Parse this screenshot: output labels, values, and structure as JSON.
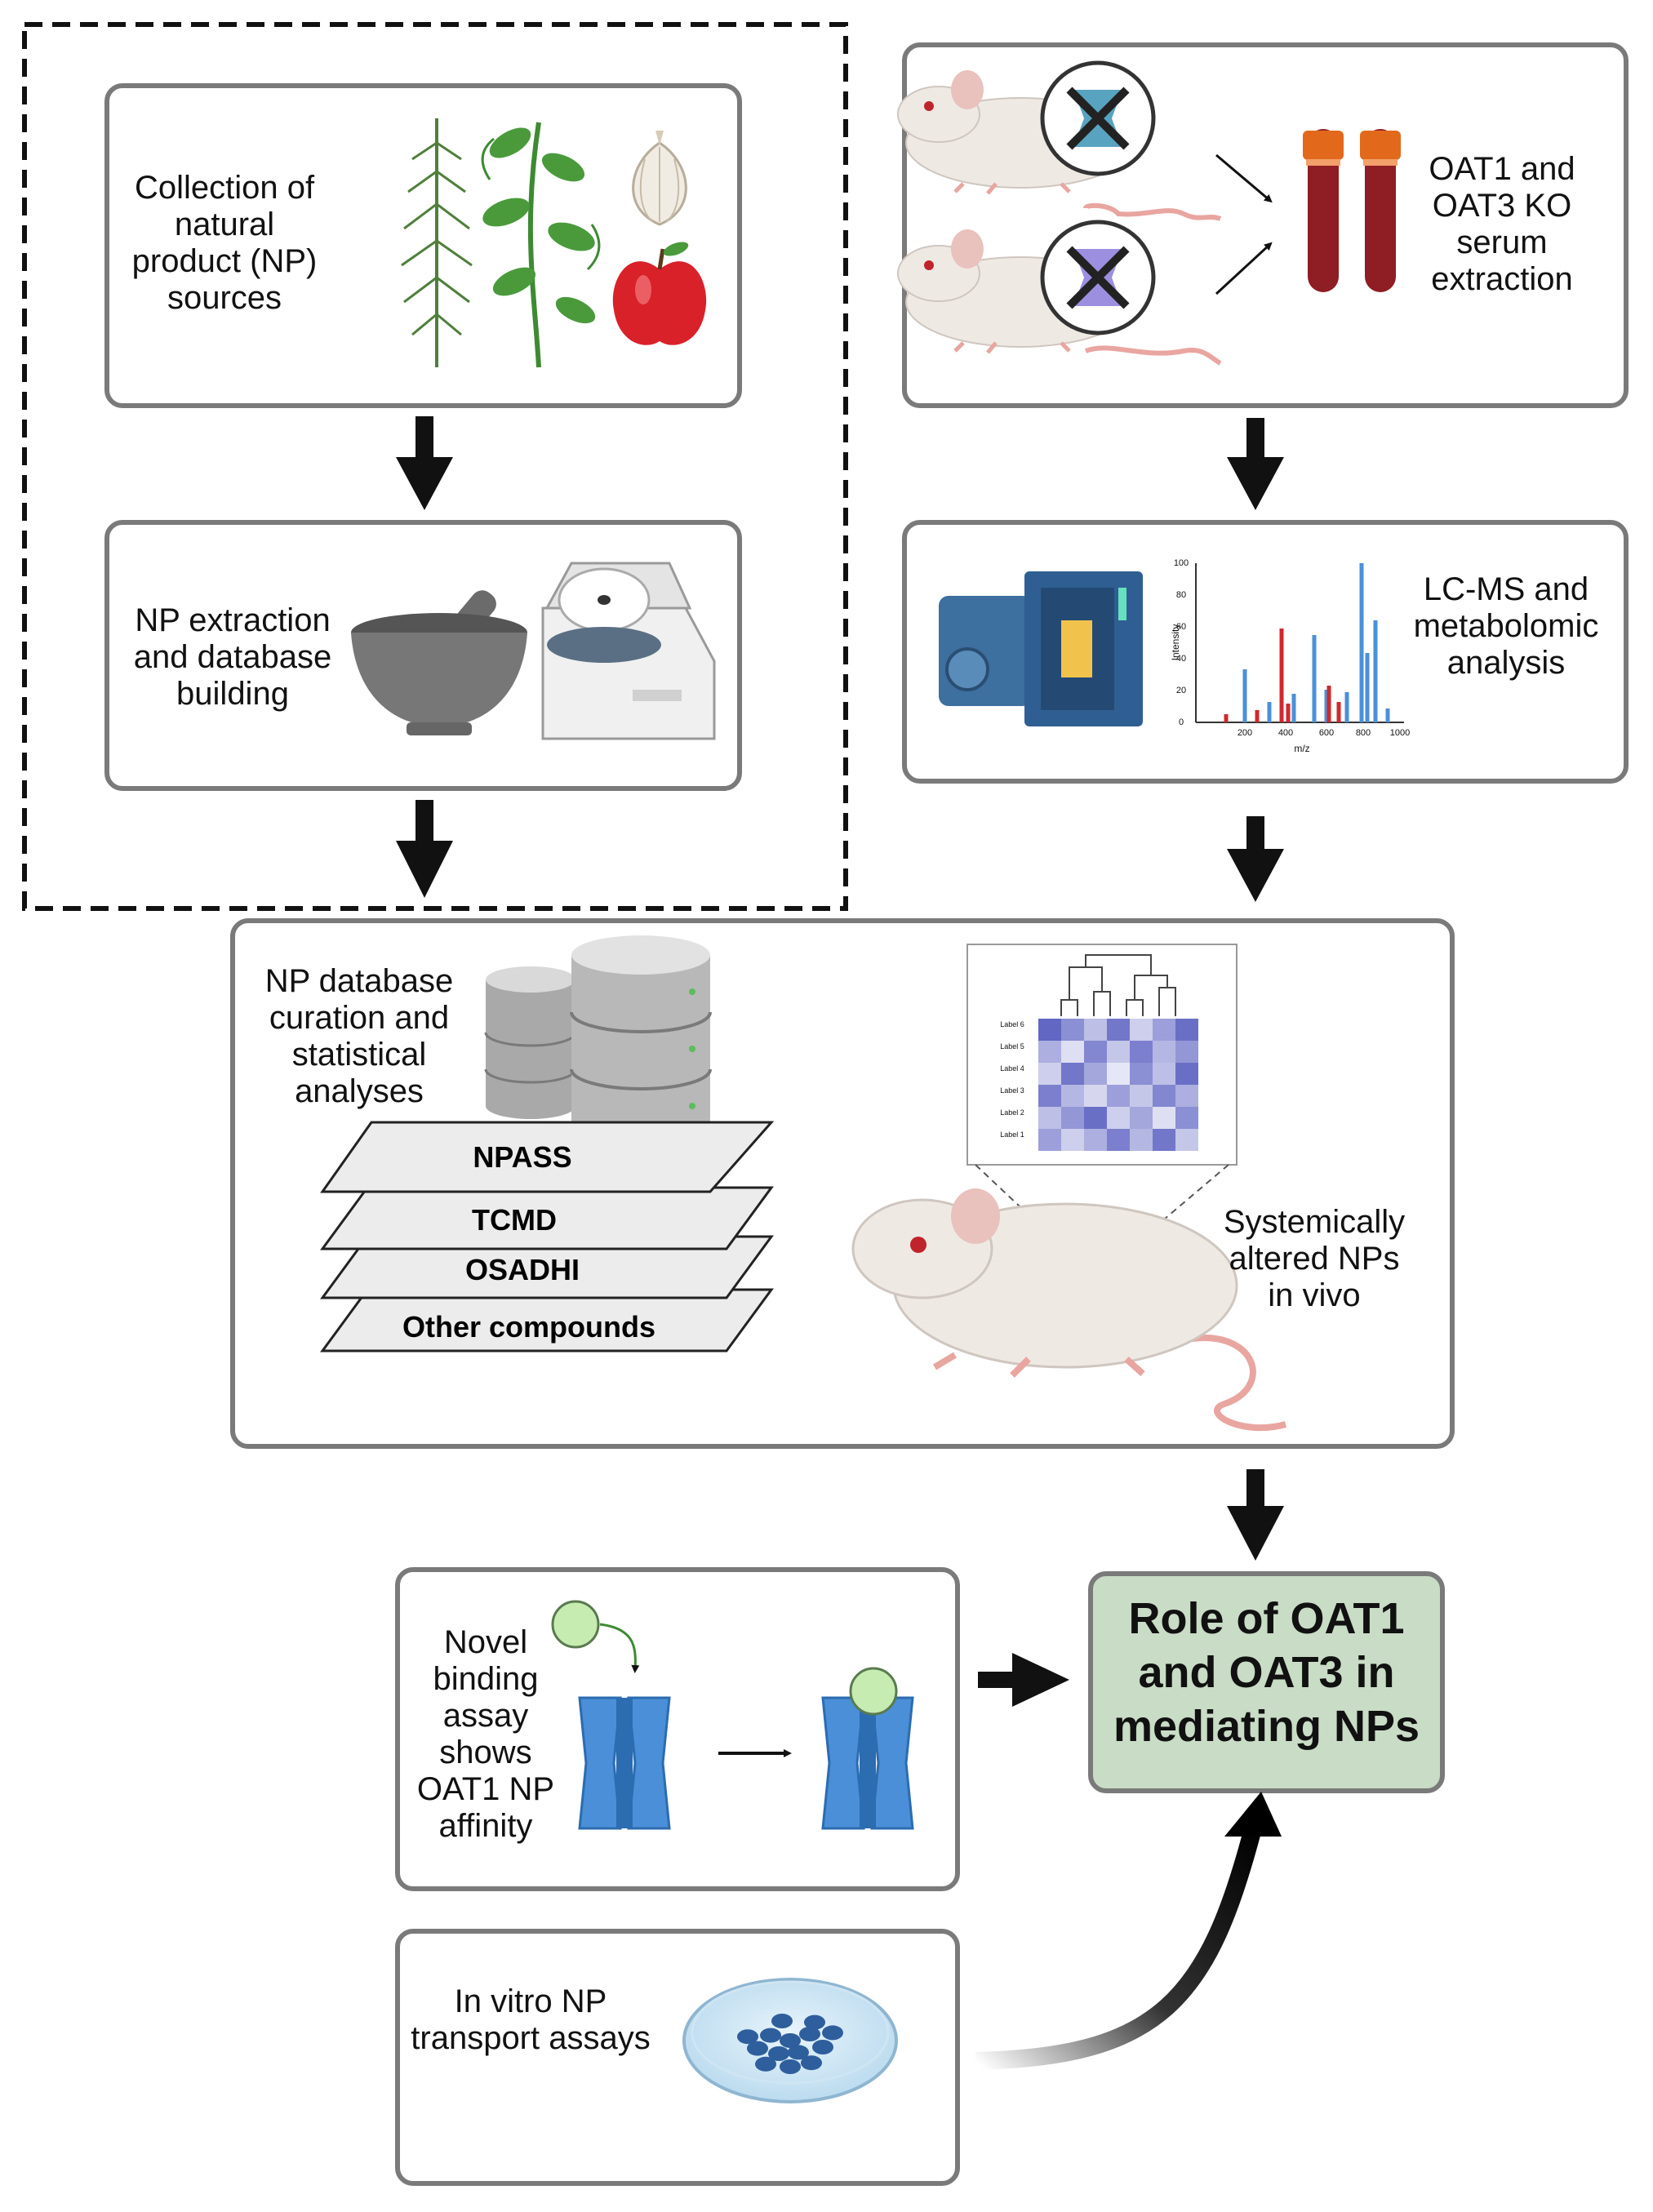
{
  "panels": {
    "collection": {
      "text": "Collection of\nnatural\nproduct (NP)\nsources"
    },
    "extraction": {
      "text": "NP extraction\nand database\nbuilding"
    },
    "serum": {
      "text": "OAT1 and\nOAT3 KO\nserum\nextraction"
    },
    "lcms": {
      "text": "LC-MS and\nmetabolomic\nanalysis",
      "spectrum": {
        "y_axis_label": "Intensity",
        "x_axis_label": "m/z",
        "y_ticks": [
          "0",
          "20",
          "40",
          "60",
          "80",
          "100"
        ],
        "x_ticks": [
          "200",
          "400",
          "600",
          "800",
          "1000"
        ]
      }
    },
    "curation": {
      "text": "NP database\ncuration and\nstatistical\nanalyses",
      "layers": [
        "NPASS",
        "TCMD",
        "OSADHI",
        "Other compounds"
      ],
      "heatmap_row_labels": [
        "Label 6",
        "Label 5",
        "Label 4",
        "Label 3",
        "Label 2",
        "Label 1"
      ]
    },
    "altered": {
      "text": "Systemically\naltered NPs\nin vivo"
    },
    "binding": {
      "text": "Novel\nbinding\nassay\nshows\nOAT1 NP\naffinity"
    },
    "transport": {
      "text": "In vitro NP\ntransport assays"
    },
    "result": {
      "text": "Role of OAT1\nand OAT3 in\nmediating NPs"
    }
  },
  "colors": {
    "box_border": "#7a7a7a",
    "result_fill": "#c9dcc6",
    "arrow": "#000000",
    "blood": "#8e1d24",
    "tube_cap": "#e2691c",
    "transporter": "#4a8fd8",
    "ligand": "#c6ecb2",
    "heatmap": "#5a5fc0",
    "apple": "#d9212a",
    "plant": "#4a9a3c",
    "mouse": "#efe9e4",
    "tail": "#e9a5a0",
    "spectrum_blue": "#4a90d9",
    "spectrum_red": "#d0282e"
  }
}
